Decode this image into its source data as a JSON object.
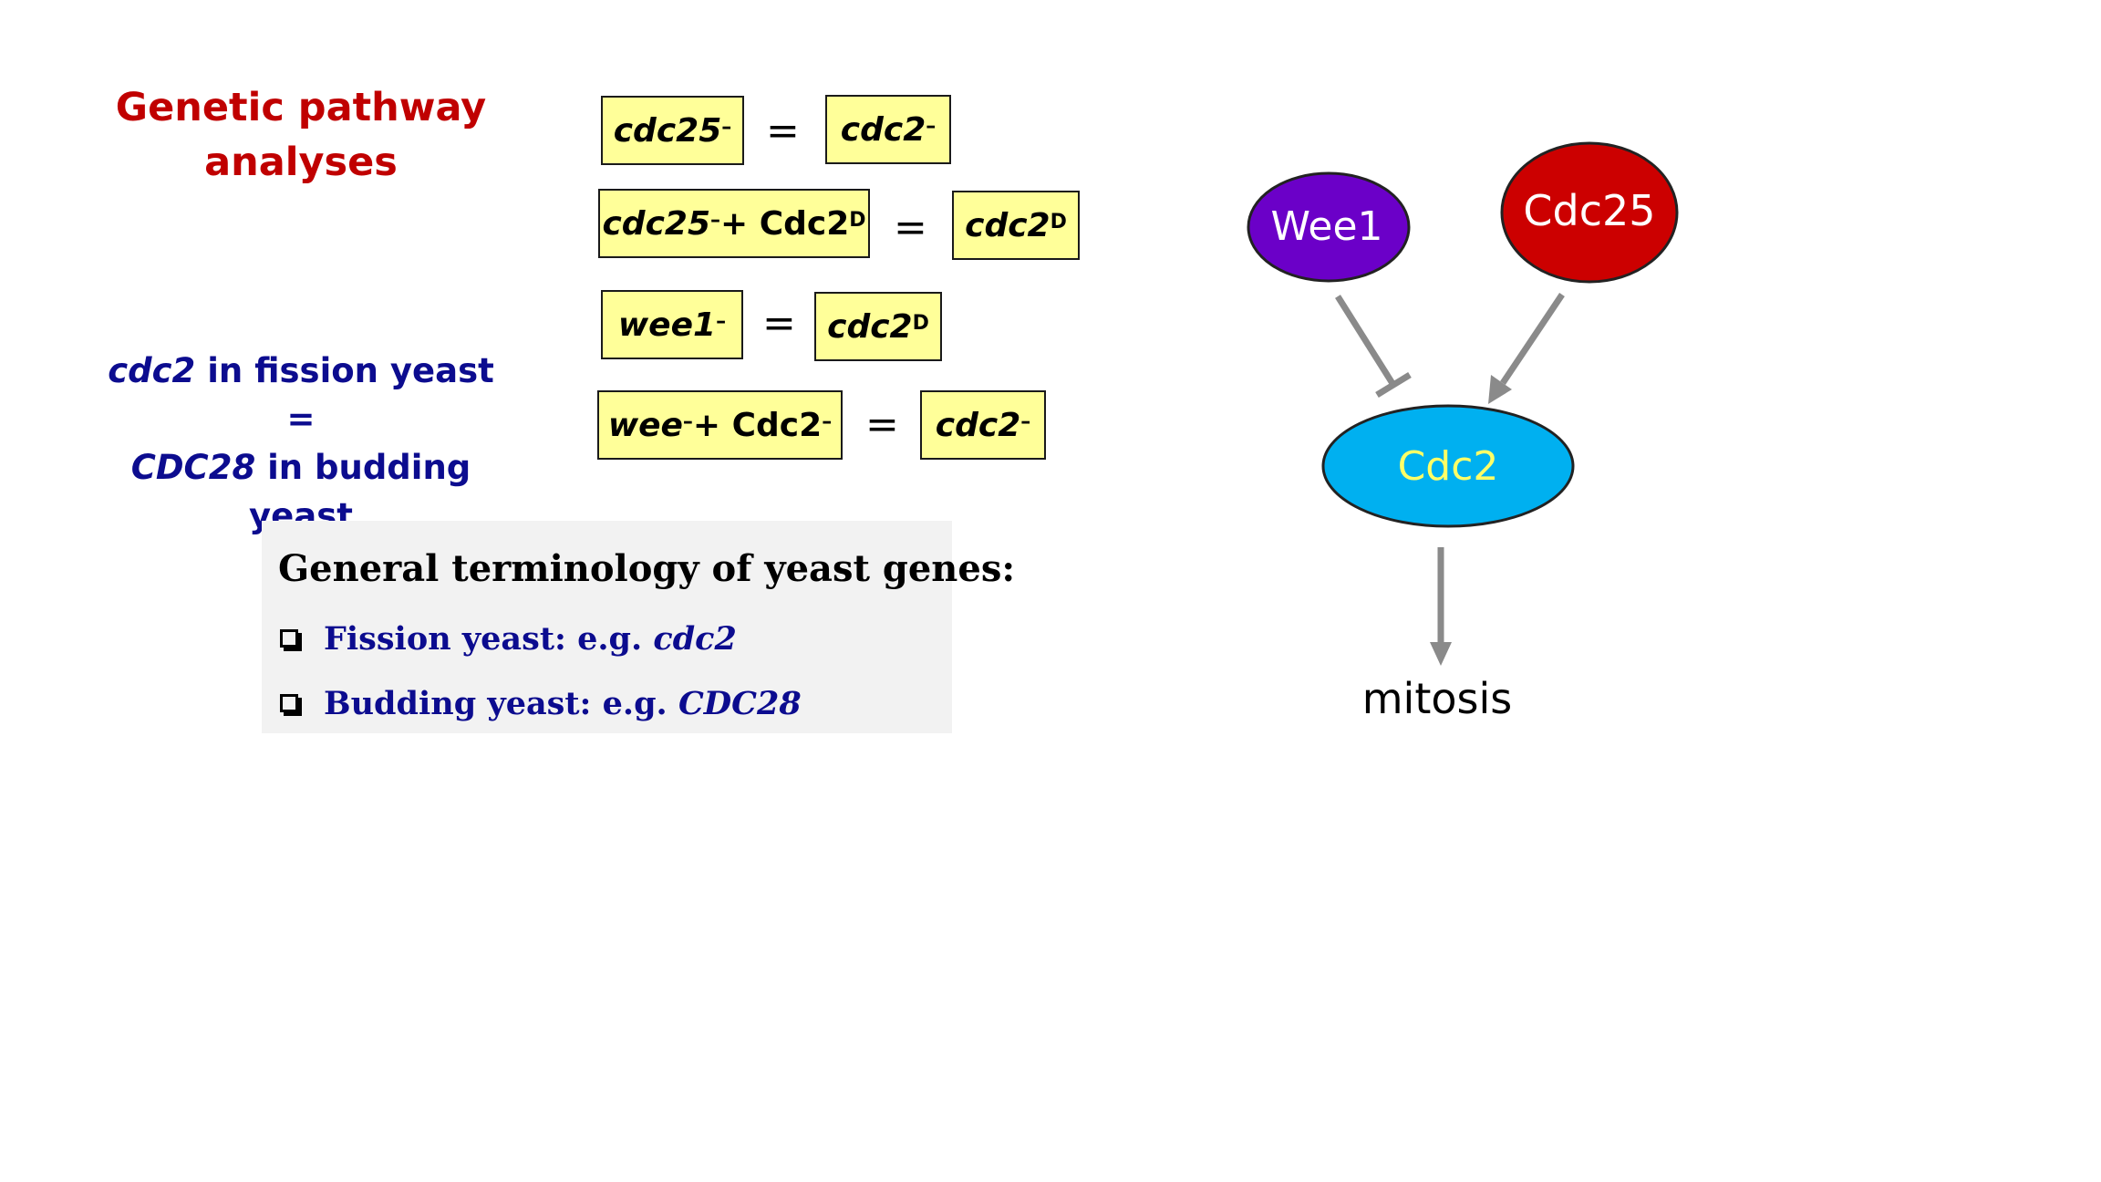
{
  "colors": {
    "red": "#c00000",
    "navy": "#0c0c8f",
    "box_fill": "#ffff99",
    "wee1_fill": "#6b00c8",
    "cdc25_fill": "#cc0000",
    "cdc2_fill": "#00b0f0",
    "cdc2_text": "#ffff66",
    "arrow": "#8a8a8a",
    "panel": "#f2f2f2"
  },
  "title": {
    "line1": "Genetic pathway",
    "line2": "analyses"
  },
  "note": {
    "line1_gene": "cdc2",
    "line1_rest": " in fission yeast =",
    "line2_gene": "CDC28",
    "line2_rest": " in budding yeast"
  },
  "equations": [
    {
      "left_gene": "cdc25",
      "left_sup": "–",
      "left_plus": "",
      "left_plus_sup": "",
      "eq": "=",
      "right_gene": "cdc2",
      "right_sup": "–"
    },
    {
      "left_gene": "cdc25",
      "left_sup": "–",
      "left_plus": "+ Cdc2",
      "left_plus_sup": "D",
      "eq": "=",
      "right_gene": "cdc2",
      "right_sup": "D"
    },
    {
      "left_gene": "wee1",
      "left_sup": "–",
      "left_plus": "",
      "left_plus_sup": "",
      "eq": "=",
      "right_gene": "cdc2",
      "right_sup": "D"
    },
    {
      "left_gene": "wee",
      "left_sup": "–",
      "left_plus": "+ Cdc2",
      "left_plus_sup": "–",
      "eq": "=",
      "right_gene": "cdc2",
      "right_sup": "–"
    }
  ],
  "terminology": {
    "heading": "General terminology of yeast genes:",
    "items": [
      {
        "label": "Fission yeast:   e.g.  ",
        "example": "cdc2"
      },
      {
        "label": "Budding yeast: e.g.  ",
        "example": "CDC28"
      }
    ]
  },
  "pathway": {
    "wee1": "Wee1",
    "cdc25": "Cdc25",
    "cdc2": "Cdc2",
    "output": "mitosis",
    "edges": [
      {
        "from": "Wee1",
        "to": "Cdc2",
        "type": "inhibit"
      },
      {
        "from": "Cdc25",
        "to": "Cdc2",
        "type": "activate"
      },
      {
        "from": "Cdc2",
        "to": "mitosis",
        "type": "activate"
      }
    ]
  }
}
